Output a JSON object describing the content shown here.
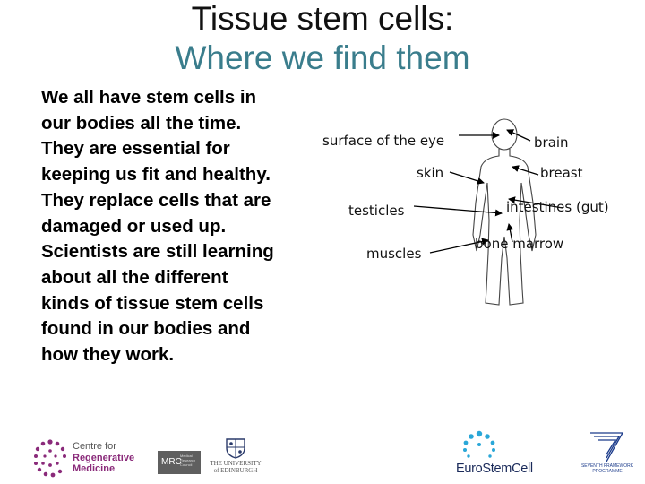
{
  "title": {
    "line1": "Tissue stem cells:",
    "line2": "Where we find them"
  },
  "body_lines": [
    "We all have stem cells in",
    "our bodies all the time.",
    "They are essential for",
    "keeping us fit and healthy.",
    "They replace cells that are",
    "damaged or used up.",
    "Scientists are still learning",
    "about all the different",
    "kinds of tissue stem cells",
    "found in our bodies and",
    "how they work."
  ],
  "diagram_labels": {
    "surface_eye": "surface of the eye",
    "skin": "skin",
    "testicles": "testicles",
    "muscles": "muscles",
    "brain": "brain",
    "breast": "breast",
    "intestines": "intestines (gut)",
    "bone_marrow": "bone marrow"
  },
  "logos": {
    "crm_line1": "Centre for",
    "crm_line2": "Regenerative",
    "crm_line3": "Medicine",
    "mrc": "MRC",
    "mrc_small": "Medical Research Council",
    "uoe": "THE UNIVERSITY of EDINBURGH",
    "eurostemcell": "EuroStemCell",
    "fp7": "SEVENTH FRAMEWORK PROGRAMME"
  },
  "colors": {
    "title_accent": "#3a7d8c",
    "crm_accent": "#8a2a7a",
    "esc_blue": "#2aa7d8",
    "fp7_blue": "#1a3a8a"
  }
}
